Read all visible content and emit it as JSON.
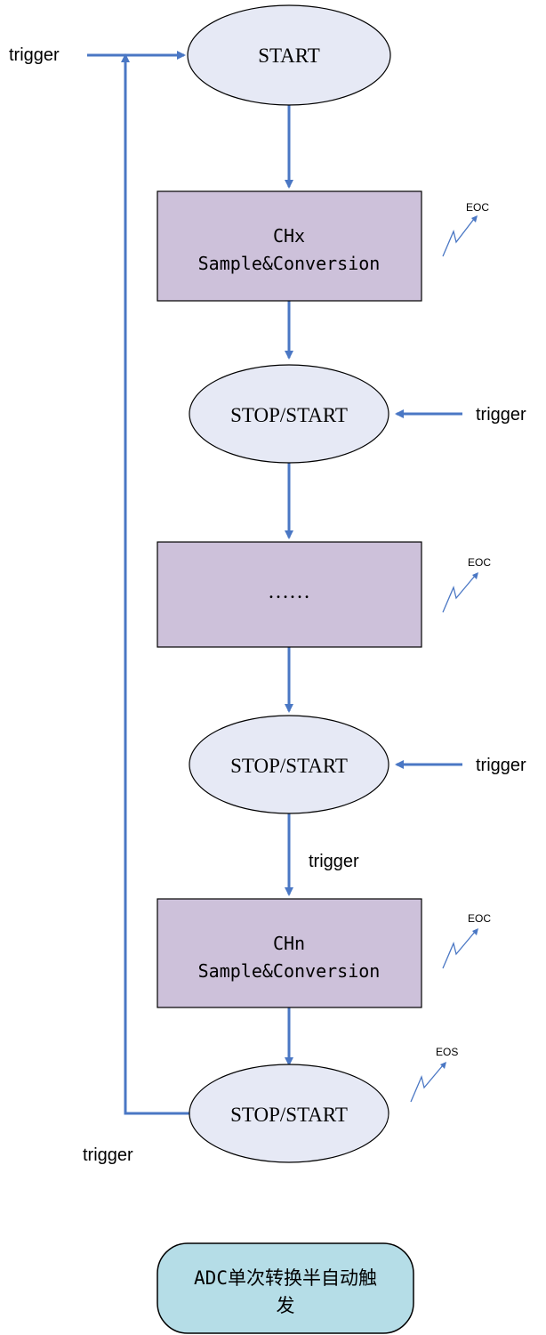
{
  "colors": {
    "ellipse_fill": "#e6e9f5",
    "box_fill": "#cdc1da",
    "title_fill": "#b5dde7",
    "arrow": "#4a77c4",
    "outline": "#000000"
  },
  "nodes": {
    "start": "START",
    "chx_line1": "CHx",
    "chx_line2": "Sample&Conversion",
    "stop_start_1": "STOP/START",
    "ellipsis": "……",
    "stop_start_2": "STOP/START",
    "chn_line1": "CHn",
    "chn_line2": "Sample&Conversion",
    "stop_start_3": "STOP/START"
  },
  "labels": {
    "trigger_top": "trigger",
    "trigger_right_1": "trigger",
    "trigger_right_2": "trigger",
    "trigger_middle": "trigger",
    "trigger_bottom": "trigger"
  },
  "events": {
    "eoc_1": "EOC",
    "eoc_2": "EOC",
    "eoc_3": "EOC",
    "eos": "EOS"
  },
  "title_box": {
    "line1": "ADC单次转换半自动触",
    "line2": "发"
  }
}
